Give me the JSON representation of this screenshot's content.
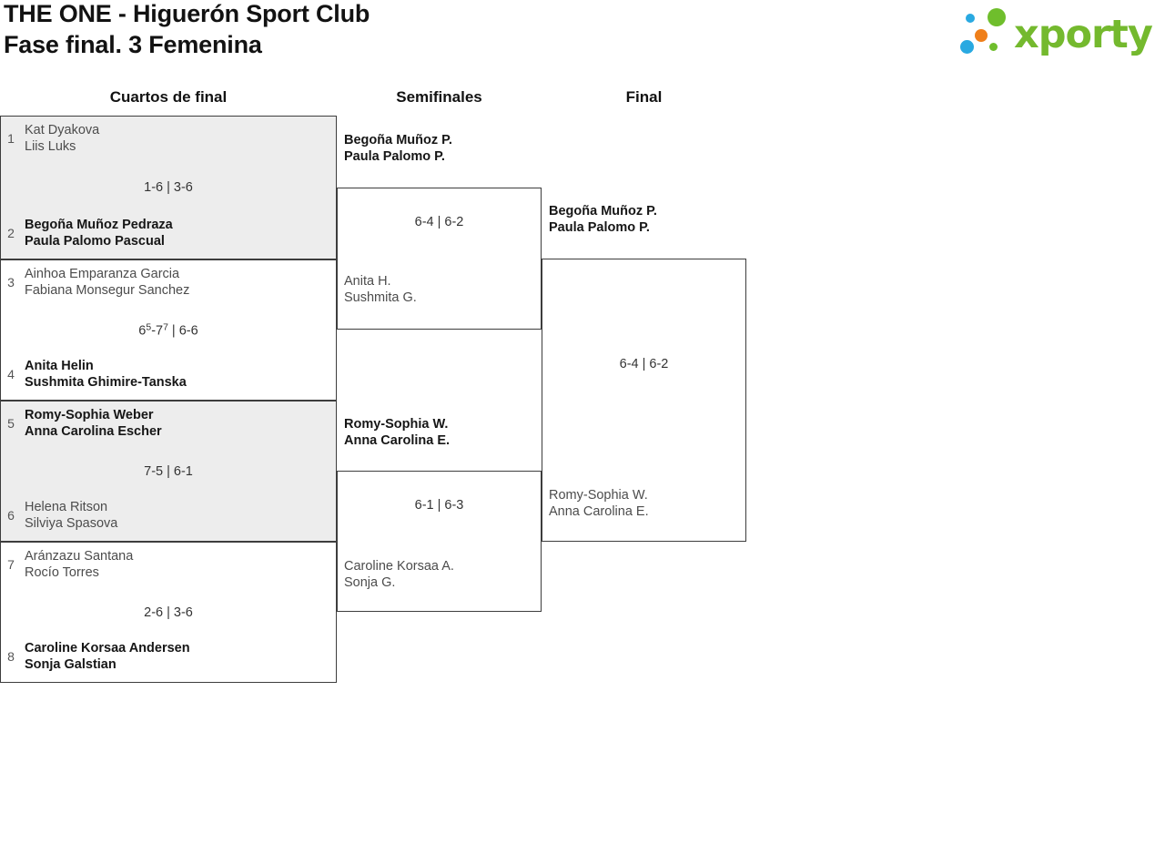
{
  "header": {
    "title_line1": "THE ONE - Higuerón Sport Club",
    "title_line2": "Fase final. 3 Femenina"
  },
  "logo": {
    "text": "xporty",
    "colors": {
      "blue": "#29a9e1",
      "green": "#6fbe2c",
      "orange": "#ef7f1a",
      "text": "#74b92e"
    }
  },
  "colors": {
    "match_alt_bg": "#ededed",
    "border": "#3d3d3d"
  },
  "rounds": [
    {
      "label": "Cuartos de final",
      "matches": [
        {
          "team1": {
            "seed": "1",
            "players": [
              "Kat Dyakova",
              "Liis Luks"
            ],
            "winner": false
          },
          "team2": {
            "seed": "2",
            "players": [
              "Begoña Muñoz Pedraza",
              "Paula Palomo Pascual"
            ],
            "winner": true
          },
          "score": "1-6 | 3-6"
        },
        {
          "team1": {
            "seed": "3",
            "players": [
              "Ainhoa Emparanza Garcia",
              "Fabiana Monsegur Sanchez"
            ],
            "winner": false
          },
          "team2": {
            "seed": "4",
            "players": [
              "Anita Helin",
              "Sushmita Ghimire-Tanska"
            ],
            "winner": true
          },
          "score_parts": [
            {
              "text": "6",
              "sup": false
            },
            {
              "text": "5",
              "sup": true
            },
            {
              "text": "-7",
              "sup": false
            },
            {
              "text": "7",
              "sup": true
            },
            {
              "text": " | 6-6",
              "sup": false
            }
          ]
        },
        {
          "team1": {
            "seed": "5",
            "players": [
              "Romy-Sophia Weber",
              "Anna Carolina Escher"
            ],
            "winner": true
          },
          "team2": {
            "seed": "6",
            "players": [
              "Helena Ritson",
              "Silviya Spasova"
            ],
            "winner": false
          },
          "score": "7-5 | 6-1"
        },
        {
          "team1": {
            "seed": "7",
            "players": [
              "Aránzazu Santana",
              "Rocío Torres"
            ],
            "winner": false
          },
          "team2": {
            "seed": "8",
            "players": [
              "Caroline Korsaa Andersen",
              "Sonja Galstian"
            ],
            "winner": true
          },
          "score": "2-6 | 3-6"
        }
      ]
    },
    {
      "label": "Semifinales",
      "matches": [
        {
          "team1": {
            "players": [
              "Begoña Muñoz P.",
              "Paula Palomo P."
            ],
            "winner": true
          },
          "team2": {
            "players": [
              "Anita H.",
              "Sushmita G."
            ],
            "winner": false
          },
          "score": "6-4 | 6-2"
        },
        {
          "team1": {
            "players": [
              "Romy-Sophia W.",
              "Anna Carolina E."
            ],
            "winner": true
          },
          "team2": {
            "players": [
              "Caroline Korsaa A.",
              "Sonja G."
            ],
            "winner": false
          },
          "score": "6-1 | 6-3"
        }
      ]
    },
    {
      "label": "Final",
      "matches": [
        {
          "team1": {
            "players": [
              "Begoña Muñoz P.",
              "Paula Palomo P."
            ],
            "winner": true
          },
          "team2": {
            "players": [
              "Romy-Sophia W.",
              "Anna Carolina E."
            ],
            "winner": false
          },
          "score": "6-4 | 6-2"
        }
      ]
    }
  ]
}
